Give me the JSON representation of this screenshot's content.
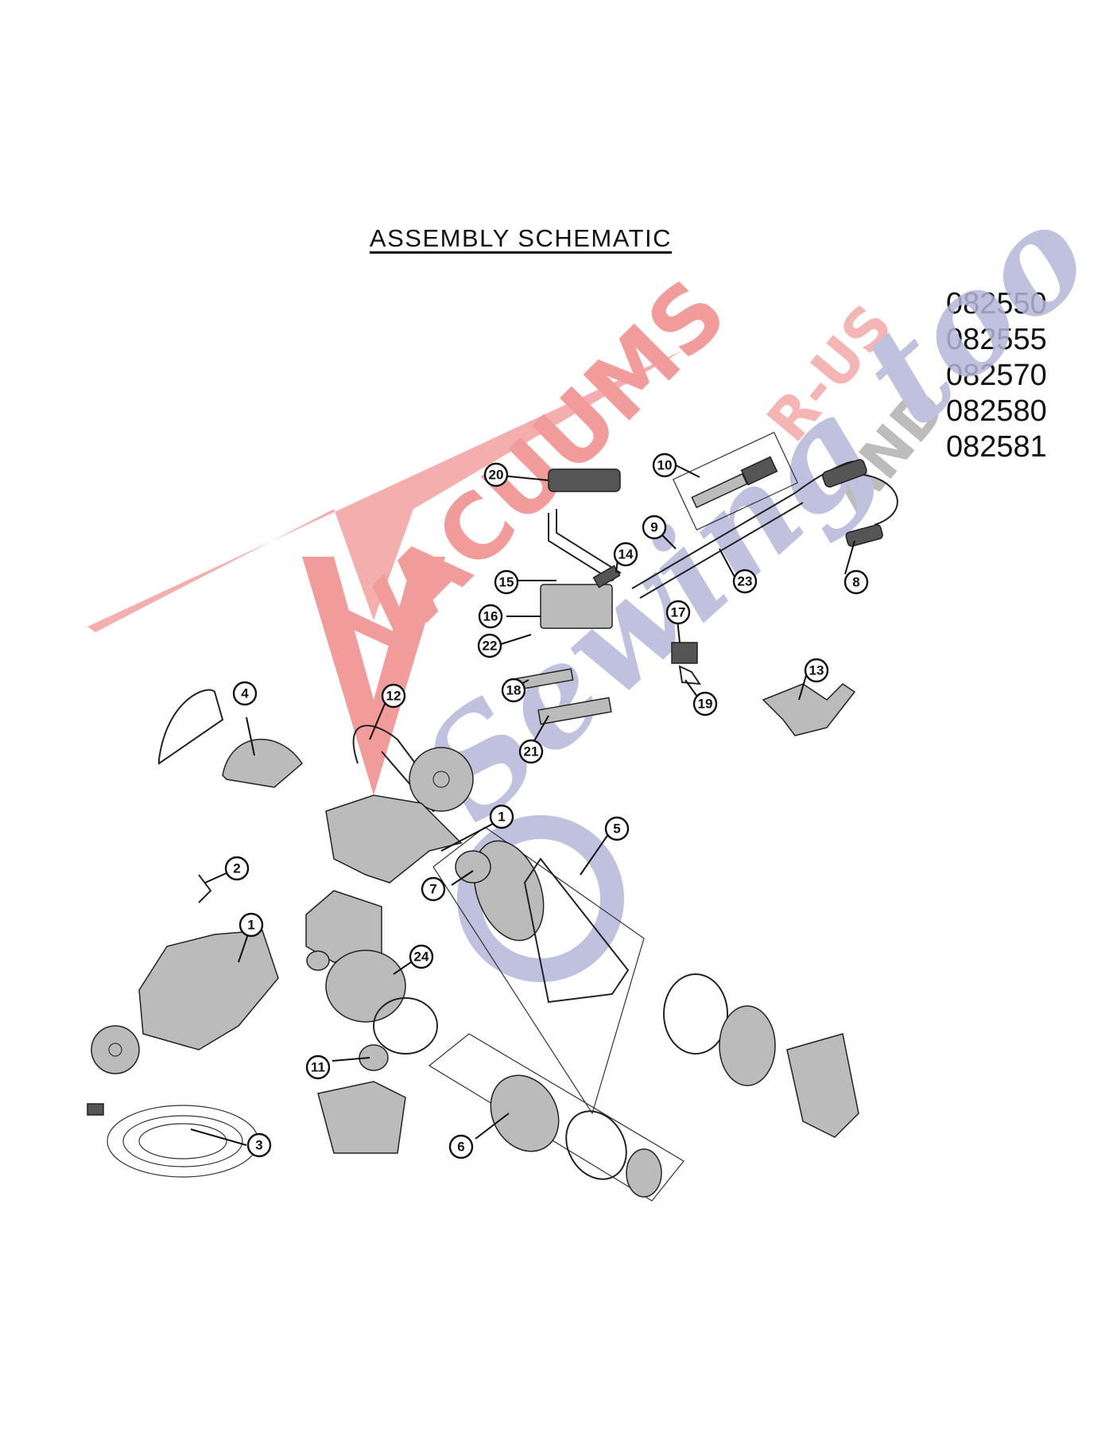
{
  "title": "ASSEMBLY  SCHEMATIC",
  "model_numbers": [
    "082550",
    "082555",
    "082570",
    "082580",
    "082581"
  ],
  "watermark": {
    "brand_main": "VACUUMS",
    "brand_r_us": "R-US",
    "brand_and": "AND",
    "brand_script": "Sewing too",
    "colors": {
      "red": "#f08a8a",
      "gray": "#b0b0b0",
      "blue": "#b4b6d8"
    }
  },
  "callouts": [
    "1",
    "1",
    "2",
    "3",
    "4",
    "5",
    "6",
    "7",
    "8",
    "9",
    "10",
    "11",
    "12",
    "13",
    "14",
    "15",
    "16",
    "17",
    "18",
    "19",
    "20",
    "21",
    "22",
    "23",
    "24"
  ]
}
